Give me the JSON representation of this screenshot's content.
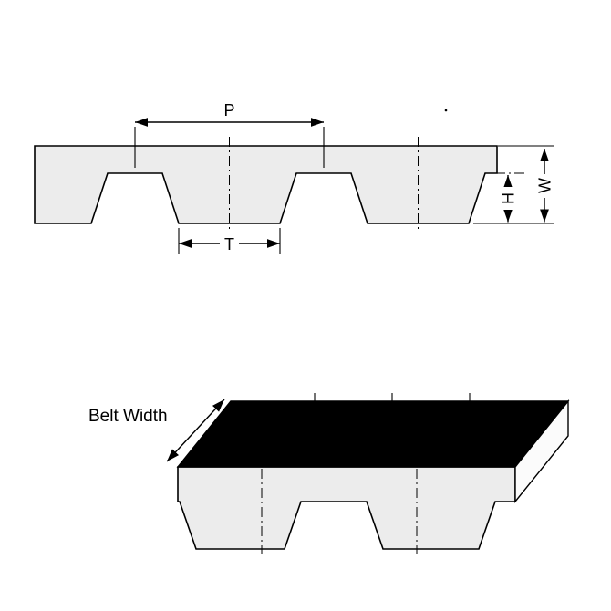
{
  "diagram": {
    "view_top": {
      "pitch_label": "P",
      "tooth_width_label": "T",
      "height_label": "H",
      "width_label": "W"
    },
    "view_iso": {
      "belt_width_label": "Belt Width"
    },
    "colors": {
      "belt_fill": "#ececec",
      "line": "#000000",
      "top_surface": "#000000",
      "end_face": "#fbfbfb",
      "background": "#ffffff"
    }
  }
}
